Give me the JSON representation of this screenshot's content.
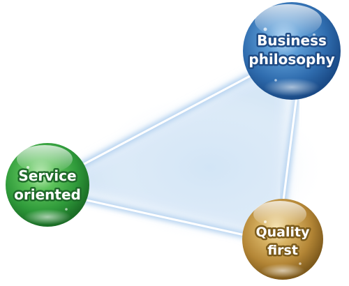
{
  "nodes": {
    "business": {
      "line1": "Business",
      "line2": "philosophy",
      "color": "#3f7fc0"
    },
    "service": {
      "line1": "Service",
      "line2": "oriented",
      "color": "#3aa54a"
    },
    "quality": {
      "line1": "Quality",
      "line2": "first",
      "color": "#c49a45"
    }
  },
  "colors": {
    "connector": "#ffffff",
    "glow": "#bcd8f2"
  }
}
